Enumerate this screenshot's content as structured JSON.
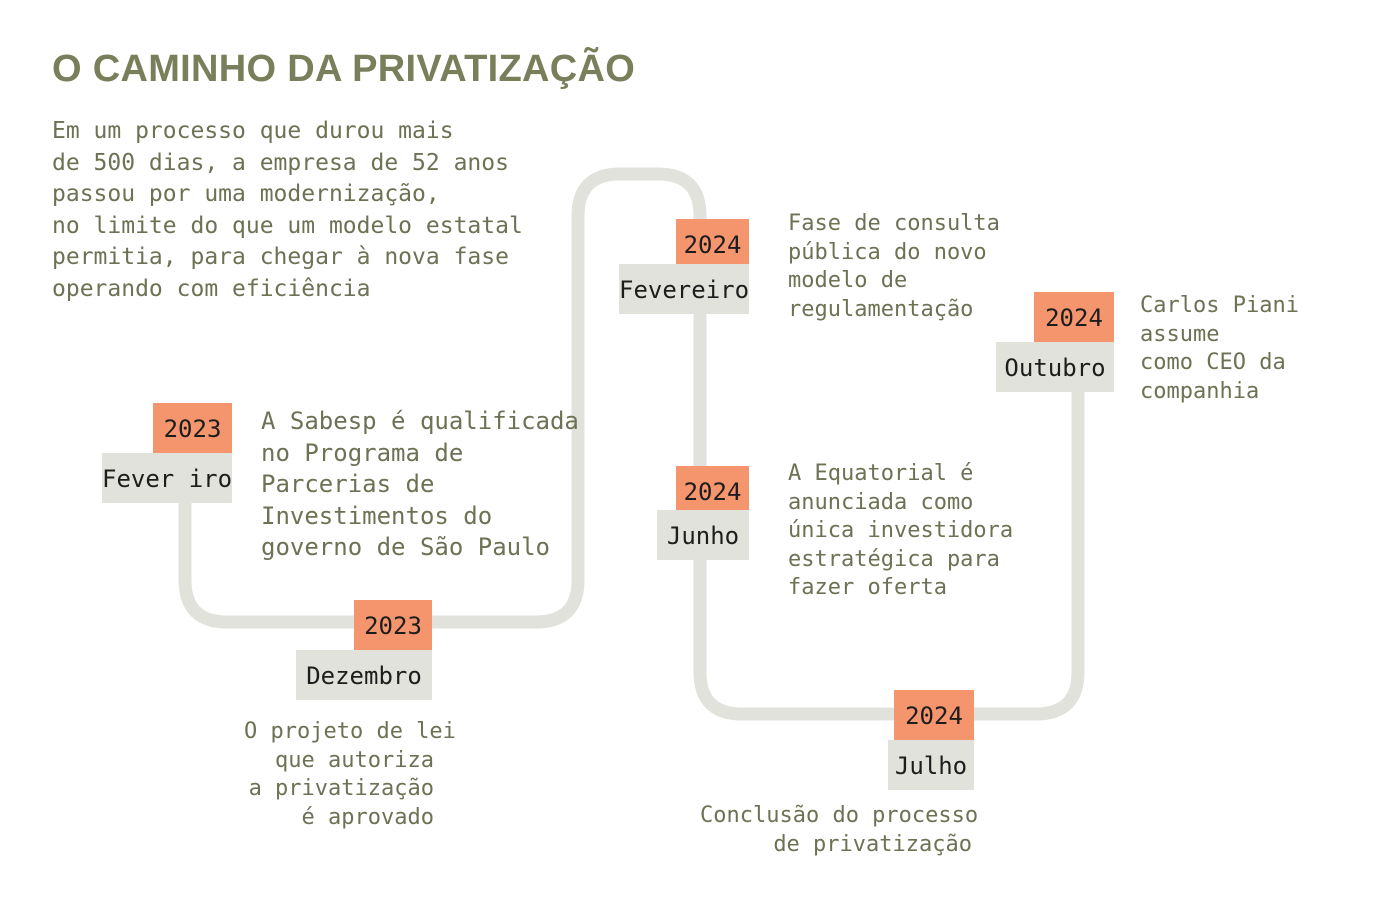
{
  "title": "O CAMINHO DA PRIVATIZAÇÃO",
  "intro": [
    "Em um processo que durou mais",
    "de 500 dias, a empresa de 52 anos",
    "passou por uma modernização,",
    "no limite do que um modelo estatal",
    "permitia, para chegar à nova fase",
    "operando com eficiência"
  ],
  "colors": {
    "title": "#7a7f5b",
    "text": "#6d7255",
    "year_box": "#f4956e",
    "month_box": "#e2e2dc",
    "path": "#e2e2dc"
  },
  "events": [
    {
      "year": "2023",
      "month": "Fever iro",
      "description": [
        "A Sabesp é qualificada",
        "no Programa de",
        "Parcerias de",
        "Investimentos do",
        "governo de São Paulo"
      ]
    },
    {
      "year": "2023",
      "month": "Dezembro",
      "description": [
        "O projeto de lei",
        "que autoriza",
        "a privatização",
        "é aprovado"
      ]
    },
    {
      "year": "2024",
      "month": "Fevereiro",
      "description": [
        "Fase de consulta",
        "pública do novo",
        "modelo de",
        "regulamentação"
      ]
    },
    {
      "year": "2024",
      "month": "Junho",
      "description": [
        "A Equatorial é",
        "anunciada como",
        "única investidora",
        "estratégica para",
        "fazer oferta"
      ]
    },
    {
      "year": "2024",
      "month": "Julho",
      "description": [
        "Conclusão do processo",
        "de privatização"
      ]
    },
    {
      "year": "2024",
      "month": "Outubro",
      "description": [
        "Carlos Piani",
        "assume",
        "como CEO da",
        "companhia"
      ]
    }
  ]
}
